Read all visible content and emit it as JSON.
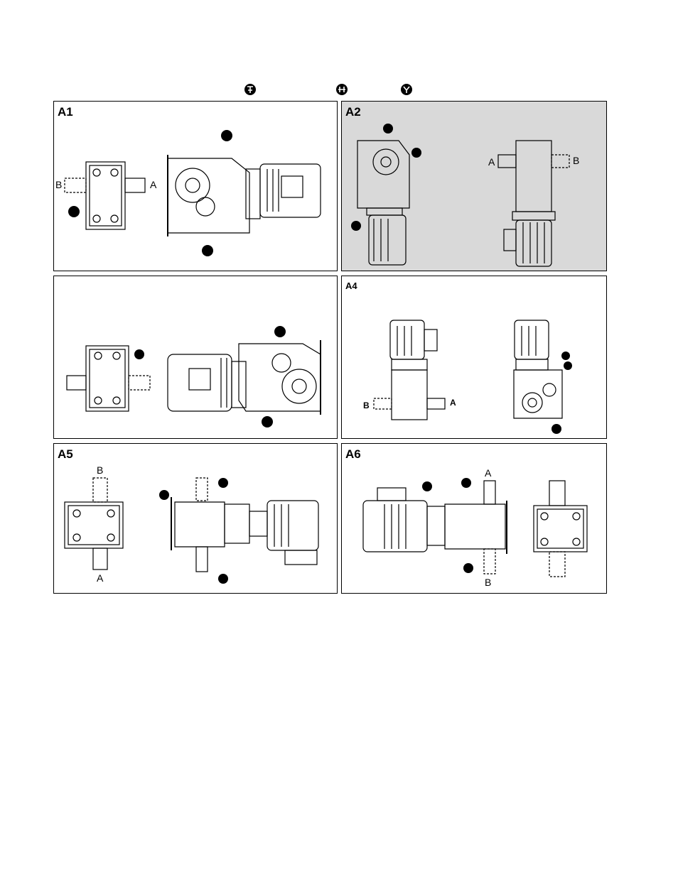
{
  "legend": {
    "symbols": [
      "drain-plug-symbol",
      "level-plug-symbol",
      "vent-plug-symbol"
    ]
  },
  "panels": [
    {
      "id": "A1",
      "label": "A1",
      "shaft_labels": [
        "B",
        "A"
      ]
    },
    {
      "id": "A2",
      "label": "A2",
      "shaft_labels": [
        "A",
        "B"
      ]
    },
    {
      "id": "A3",
      "label": "",
      "shaft_labels": []
    },
    {
      "id": "A4",
      "label": "A4",
      "shaft_labels": [
        "B",
        "A"
      ]
    },
    {
      "id": "A5",
      "label": "A5",
      "shaft_labels": [
        "B",
        "A"
      ]
    },
    {
      "id": "A6",
      "label": "A6",
      "shaft_labels": [
        "A",
        "B"
      ]
    }
  ],
  "colors": {
    "line": "#000000",
    "shaded_panel": "#d9d9d9",
    "background": "#ffffff"
  }
}
